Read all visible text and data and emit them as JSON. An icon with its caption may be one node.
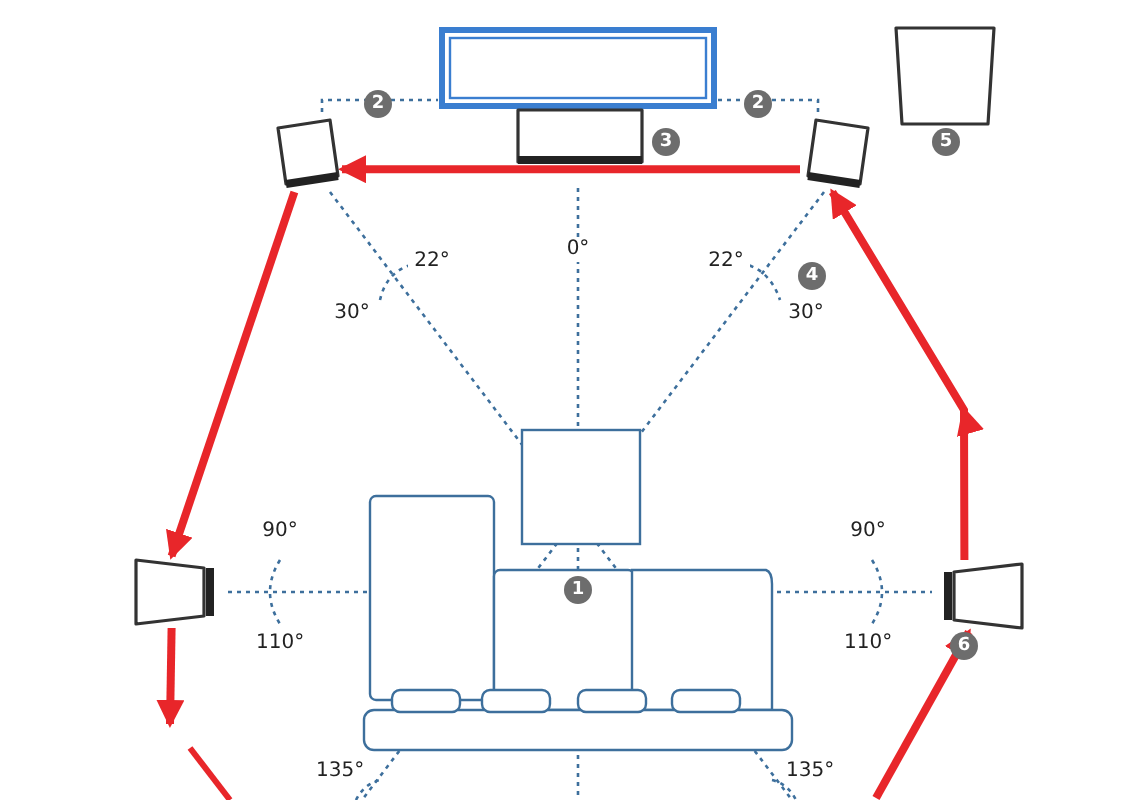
{
  "diagram": {
    "nodes": [
      {
        "text": [],
        "shape": "speaker",
        "beside": [
          "2"
        ]
      },
      {
        "text": [],
        "shape": "speaker",
        "beside": [
          "3"
        ]
      },
      {
        "text": [],
        "shape": "speaker",
        "beside": [
          "2"
        ]
      },
      {
        "text": [],
        "shape": "speaker",
        "beside": [
          "5"
        ]
      },
      {
        "text": [],
        "shape": "speaker"
      },
      {
        "text": [],
        "shape": "speaker",
        "beside": [
          "6"
        ]
      }
    ],
    "edges": [
      {
        "from": 2,
        "to": 0,
        "arrow": "to"
      },
      {
        "from": 0,
        "to": 4,
        "arrow": "to"
      },
      {
        "from": 4,
        "to": null,
        "arrow": "to"
      },
      {
        "from": null,
        "to": 5,
        "arrow": "to"
      },
      {
        "from": 5,
        "to": 2,
        "arrow": "to"
      }
    ],
    "labels": [
      "0°",
      "22°",
      "22°",
      "4",
      "30°",
      "30°",
      "90°",
      "90°",
      "1",
      "110°",
      "110°",
      "135°",
      "135°"
    ]
  }
}
